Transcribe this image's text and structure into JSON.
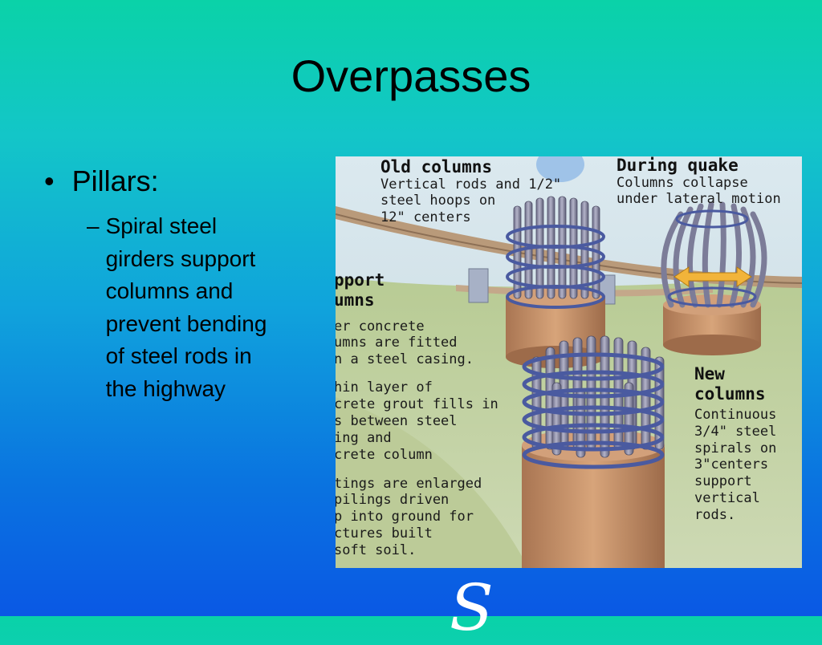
{
  "slide": {
    "title": "Overpasses",
    "bullet": {
      "symbol": "•",
      "text": "Pillars:",
      "sub": {
        "symbol": "–",
        "text": "Spiral steel girders support columns and prevent bending of steel rods in the highway"
      }
    },
    "footer_fragment": "S"
  },
  "figure": {
    "old_columns": {
      "heading": "Old columns",
      "lines": [
        "Vertical rods and 1/2\"",
        "steel hoops on",
        "12\" centers"
      ]
    },
    "during_quake": {
      "heading": "During quake",
      "lines": [
        "Columns collapse",
        "under lateral motion"
      ]
    },
    "support_columns": {
      "heading_lines": [
        "pport",
        "umns"
      ],
      "lines": [
        "er concrete",
        "umns are fitted",
        "n a steel casing.",
        "hin layer of",
        "crete grout fills in",
        "s between steel",
        "ing and",
        "crete column",
        "tings are enlarged",
        " pilings driven",
        "p into ground for",
        "ctures built",
        "soft soil."
      ]
    },
    "new_columns": {
      "heading_lines": [
        "New",
        "columns"
      ],
      "lines": [
        "Continuous",
        "3/4\" steel",
        "spirals on",
        "3\"centers",
        "support",
        "vertical",
        "rods."
      ]
    }
  },
  "colors": {
    "gradient_top": "#0ad2a8",
    "gradient_bottom": "#0a58e4",
    "rod": "#8a8aa6",
    "hoop": "#4a5aa0",
    "concrete": "#c89268",
    "arrow": "#f2b43a"
  }
}
